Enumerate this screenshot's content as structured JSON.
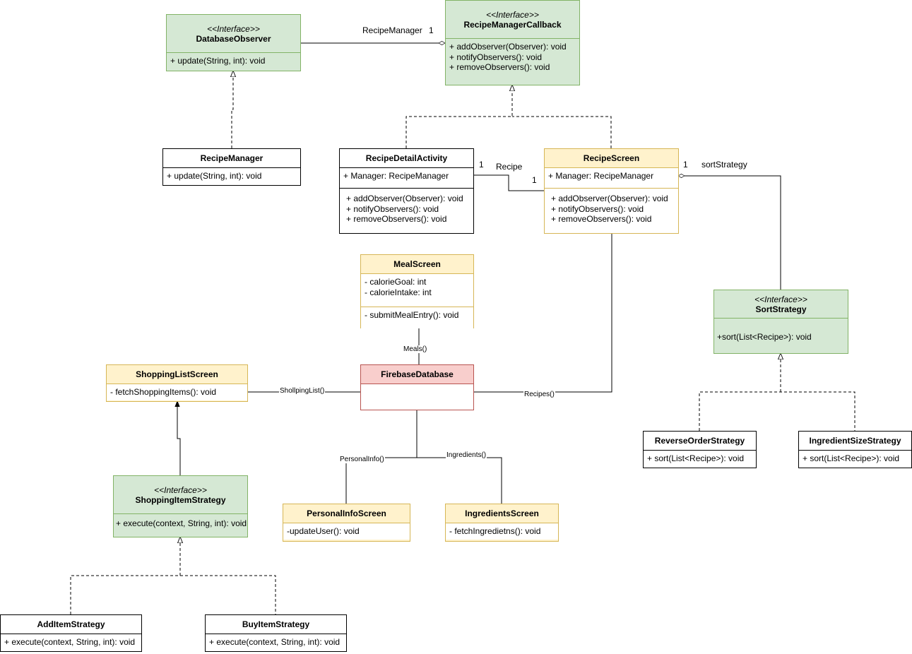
{
  "classes": {
    "database_observer": {
      "stereotype": "<<Interface>>",
      "name": "DatabaseObserver",
      "methods": [
        "+ update(String, int): void"
      ]
    },
    "recipe_manager_callback": {
      "stereotype": "<<Interface>>",
      "name": "RecipeManagerCallback",
      "methods": [
        "+ addObserver(Observer): void",
        "+ notifyObservers(): void",
        "+ removeObservers(): void"
      ]
    },
    "recipe_manager": {
      "name": "RecipeManager",
      "methods": [
        "+ update(String, int): void"
      ]
    },
    "recipe_detail_activity": {
      "name": "RecipeDetailActivity",
      "attributes": [
        "+ Manager: RecipeManager"
      ],
      "methods": [
        "+ addObserver(Observer): void",
        "+ notifyObservers(): void",
        "+ removeObservers(): void"
      ]
    },
    "recipe_screen": {
      "name": "RecipeScreen",
      "attributes": [
        "+ Manager: RecipeManager"
      ],
      "methods": [
        "+ addObserver(Observer): void",
        "+ notifyObservers(): void",
        "+ removeObservers(): void"
      ]
    },
    "meal_screen": {
      "name": "MealScreen",
      "attributes": [
        "- calorieGoal: int",
        "- calorieIntake: int"
      ],
      "methods": [
        "- submitMealEntry(): void"
      ]
    },
    "sort_strategy": {
      "stereotype": "<<Interface>>",
      "name": "SortStrategy",
      "methods": [
        "+sort(List<Recipe>): void"
      ]
    },
    "shopping_list_screen": {
      "name": "ShoppingListScreen",
      "methods": [
        "- fetchShoppingItems(): void"
      ]
    },
    "firebase_database": {
      "name": "FirebaseDatabase"
    },
    "shopping_item_strategy": {
      "stereotype": "<<Interface>>",
      "name": "ShoppingItemStrategy",
      "methods": [
        "+ execute(context, String, int): void"
      ]
    },
    "reverse_order_strategy": {
      "name": "ReverseOrderStrategy",
      "methods": [
        "+ sort(List<Recipe>): void"
      ]
    },
    "ingredient_size_strategy": {
      "name": "IngredientSizeStrategy",
      "methods": [
        "+ sort(List<Recipe>): void"
      ]
    },
    "personal_info_screen": {
      "name": "PersonalInfoScreen",
      "methods": [
        "-updateUser(): void"
      ]
    },
    "ingredients_screen": {
      "name": "IngredientsScreen",
      "methods": [
        "- fetchIngredietns(): void"
      ]
    },
    "add_item_strategy": {
      "name": "AddItemStrategy",
      "methods": [
        "+ execute(context, String, int): void"
      ]
    },
    "buy_item_strategy": {
      "name": "BuyItemStrategy",
      "methods": [
        "+ execute(context, String, int): void"
      ]
    }
  },
  "labels": {
    "recipe_manager_role": "RecipeManager",
    "recipe_manager_mult": "1",
    "recipe_role": "Recipe",
    "recipe_detail_mult": "1",
    "recipe_screen_mult": "1",
    "sort_strategy_role": "sortStrategy",
    "sort_strategy_mult": "1",
    "meals": "Meals()",
    "shopping_list": "ShollpingList()",
    "recipes": "Recipes()",
    "personal_info": "PersonalInfo()",
    "ingredients": "Ingredients()"
  },
  "colors": {
    "interface_fill": "#d5e8d4",
    "interface_stroke": "#82b366",
    "screen_fill": "#fff2cc",
    "screen_stroke": "#d6b656",
    "database_fill": "#f8cecc",
    "database_stroke": "#b85450"
  }
}
